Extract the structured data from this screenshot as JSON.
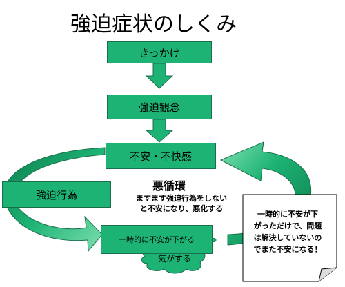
{
  "title": "強迫症状のしくみ",
  "nodes": {
    "trigger": "きっかけ",
    "obsession": "強迫観念",
    "anxiety": "不安・不快感",
    "compulsion": "強迫行為",
    "relief": "一時的に不安が下がる",
    "feeling": "気がする"
  },
  "cycle": {
    "title": "悪循環",
    "line1": "ますます強迫行為をしない",
    "line2": "と不安になり、悪化する"
  },
  "note": {
    "line1": "一時的に不安が下",
    "line2": "がっただけで、問題",
    "line3": "は解決していないの",
    "line4": "でまた不安になる！"
  },
  "colors": {
    "green": "#1db374",
    "dark_green": "#0e7a4c",
    "border": "#1a6e4c",
    "note_bg": "#ffffff"
  }
}
